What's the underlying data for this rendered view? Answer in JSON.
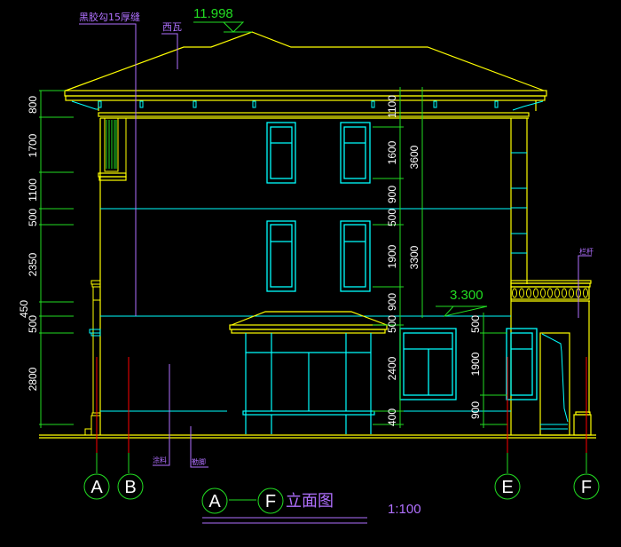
{
  "drawing": {
    "title": "立面图",
    "title_axis_from": "A",
    "title_axis_to": "F",
    "scale": "1:100",
    "colors": {
      "background": "#000000",
      "outline": "#ffff00",
      "windows": "#00ffff",
      "dimensions": "#00ff00",
      "annotations": "#b070ff",
      "axis_lines": "#ff0000",
      "text": "#ffffff"
    }
  },
  "levels": {
    "ridge": "11.998",
    "porch_roof": "3.300"
  },
  "annotations": {
    "roof_material": "黑胶勾15厚缝",
    "roof_tile": "西瓦",
    "railing": "栏杆",
    "wall_paint": "涂料",
    "plinth": "勒脚"
  },
  "left_dimensions": [
    "800",
    "1700",
    "1100",
    "500",
    "2350",
    "450",
    "500",
    "2800"
  ],
  "center_dimensions": [
    "1100",
    "1600",
    "900",
    "500",
    "1900",
    "900",
    "500",
    "2400",
    "400"
  ],
  "center_total_dimensions": [
    "3600",
    "3300"
  ],
  "right_dimensions": [
    "500",
    "1900",
    "900"
  ],
  "axes": [
    "A",
    "B",
    "E",
    "F"
  ]
}
